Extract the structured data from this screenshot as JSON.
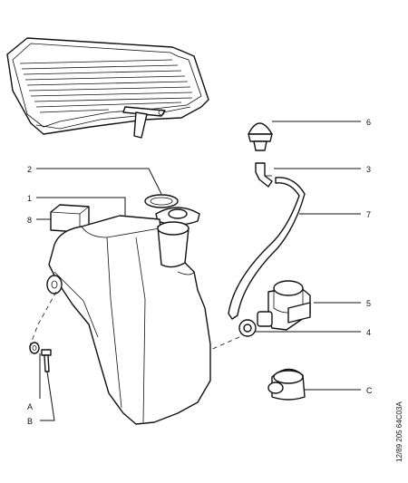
{
  "callouts": {
    "c1": "1",
    "c2": "2",
    "c3": "3",
    "c4": "4",
    "c5": "5",
    "c6": "6",
    "c7": "7",
    "c8": "8",
    "cA": "A",
    "cB": "B",
    "cC": "C"
  },
  "reference_code": "12/89  205  64C03A"
}
